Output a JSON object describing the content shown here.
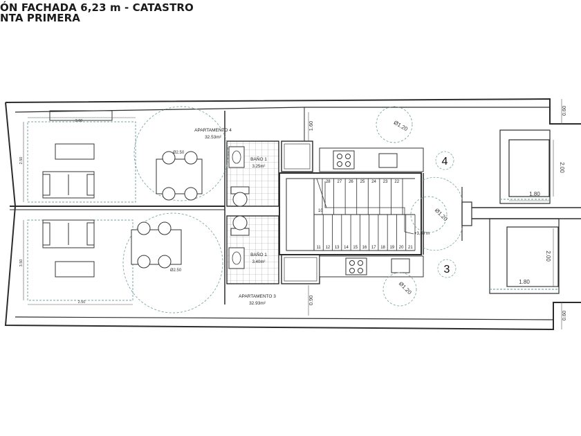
{
  "title": {
    "line1": "ÓN FACHADA 6,23 m - CATASTRO",
    "line2": "NTA PRIMERA"
  },
  "apartments": [
    {
      "name": "APARTAMENTO 4",
      "area": "32.53m²"
    },
    {
      "name": "APARTAMENTO 3",
      "area": "32.93m²"
    }
  ],
  "bathrooms": [
    {
      "name": "BAÑO 1",
      "area": "3.25m²"
    },
    {
      "name": "BAÑO 1",
      "area": "3.40m²"
    }
  ],
  "unit_numbers": [
    "4",
    "3"
  ],
  "stairs": {
    "top_steps": [
      "28",
      "27",
      "26",
      "25",
      "24",
      "23",
      "22"
    ],
    "bottom_steps": [
      "11",
      "12",
      "13",
      "14",
      "15",
      "16",
      "17",
      "18",
      "19",
      "20",
      "21"
    ],
    "landing_step": "10",
    "level": "+3,80 m"
  },
  "dimensions": {
    "width_top": "3.00",
    "height_left_top": "2.50",
    "height_left_bottom": "3.50",
    "width_bottom": "2.50",
    "circle_dining_top": "Ø2.50",
    "circle_dining_bottom": "Ø2.50",
    "turning_top": "Ø1.20",
    "turning_mid": "Ø1.20",
    "turning_bottom": "Ø1.20",
    "balcony_top_h": "2.00",
    "balcony_top_w": "1.80",
    "balcony_bottom_h": "2.00",
    "balcony_bottom_w": "1.80",
    "setback_top": "0.60",
    "setback_bottom": "0.60",
    "corridor_top": "1.60",
    "corridor_bottom": "0.90"
  },
  "colors": {
    "wall": "#2b2b2b",
    "line": "#444444",
    "dashed": "#7aa6a6",
    "tile": "#9a9a9a"
  }
}
